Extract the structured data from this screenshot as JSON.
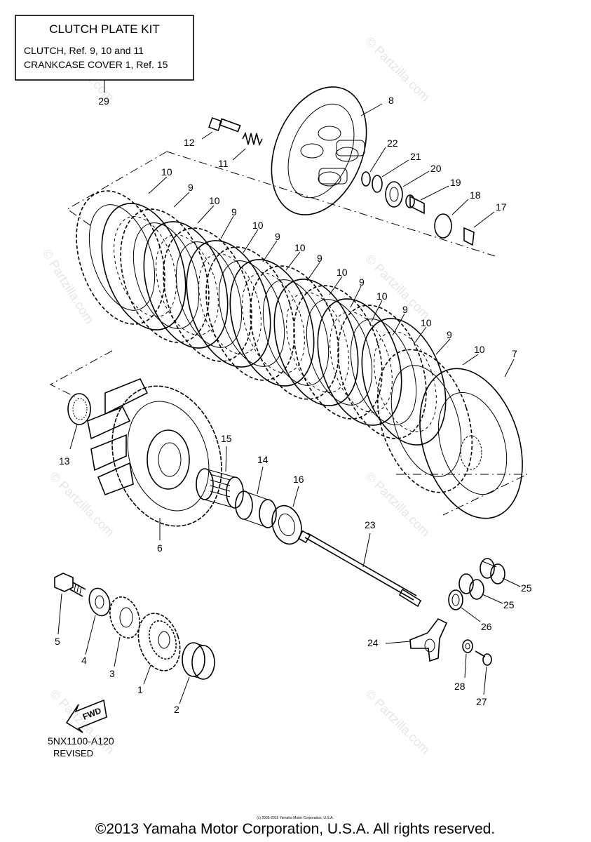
{
  "kit_box": {
    "title": "CLUTCH PLATE KIT",
    "line1": "CLUTCH, Ref. 9, 10 and 11",
    "line2": "CRANKCASE COVER 1, Ref. 15",
    "ref": "29"
  },
  "callouts": [
    {
      "id": "c-8",
      "label": "8"
    },
    {
      "id": "c-12",
      "label": "12"
    },
    {
      "id": "c-11",
      "label": "11"
    },
    {
      "id": "c-22",
      "label": "22"
    },
    {
      "id": "c-21",
      "label": "21"
    },
    {
      "id": "c-20",
      "label": "20"
    },
    {
      "id": "c-19",
      "label": "19"
    },
    {
      "id": "c-18",
      "label": "18"
    },
    {
      "id": "c-17",
      "label": "17"
    },
    {
      "id": "c-10a",
      "label": "10"
    },
    {
      "id": "c-9a",
      "label": "9"
    },
    {
      "id": "c-10b",
      "label": "10"
    },
    {
      "id": "c-9b",
      "label": "9"
    },
    {
      "id": "c-10c",
      "label": "10"
    },
    {
      "id": "c-9c",
      "label": "9"
    },
    {
      "id": "c-10d",
      "label": "10"
    },
    {
      "id": "c-9d",
      "label": "9"
    },
    {
      "id": "c-10e",
      "label": "10"
    },
    {
      "id": "c-9e",
      "label": "9"
    },
    {
      "id": "c-10f",
      "label": "10"
    },
    {
      "id": "c-9f",
      "label": "9"
    },
    {
      "id": "c-10g",
      "label": "10"
    },
    {
      "id": "c-9g",
      "label": "9"
    },
    {
      "id": "c-10h",
      "label": "10"
    },
    {
      "id": "c-7",
      "label": "7"
    },
    {
      "id": "c-13",
      "label": "13"
    },
    {
      "id": "c-15",
      "label": "15"
    },
    {
      "id": "c-14",
      "label": "14"
    },
    {
      "id": "c-16",
      "label": "16"
    },
    {
      "id": "c-6",
      "label": "6"
    },
    {
      "id": "c-23",
      "label": "23"
    },
    {
      "id": "c-25a",
      "label": "25"
    },
    {
      "id": "c-25b",
      "label": "25"
    },
    {
      "id": "c-26",
      "label": "26"
    },
    {
      "id": "c-24",
      "label": "24"
    },
    {
      "id": "c-28",
      "label": "28"
    },
    {
      "id": "c-27",
      "label": "27"
    },
    {
      "id": "c-5",
      "label": "5"
    },
    {
      "id": "c-4",
      "label": "4"
    },
    {
      "id": "c-3",
      "label": "3"
    },
    {
      "id": "c-1",
      "label": "1"
    },
    {
      "id": "c-2",
      "label": "2"
    }
  ],
  "fwd_label": "FWD",
  "drawing_code": "5NX1100-A120",
  "revised": "REVISED",
  "tiny_notice": "(c) 2005-2016 Yamaha Motor Corporation, U.S.A.",
  "watermark": "© Partzilla.com",
  "copyright": "©2013 Yamaha Motor Corporation, U.S.A. All rights reserved."
}
